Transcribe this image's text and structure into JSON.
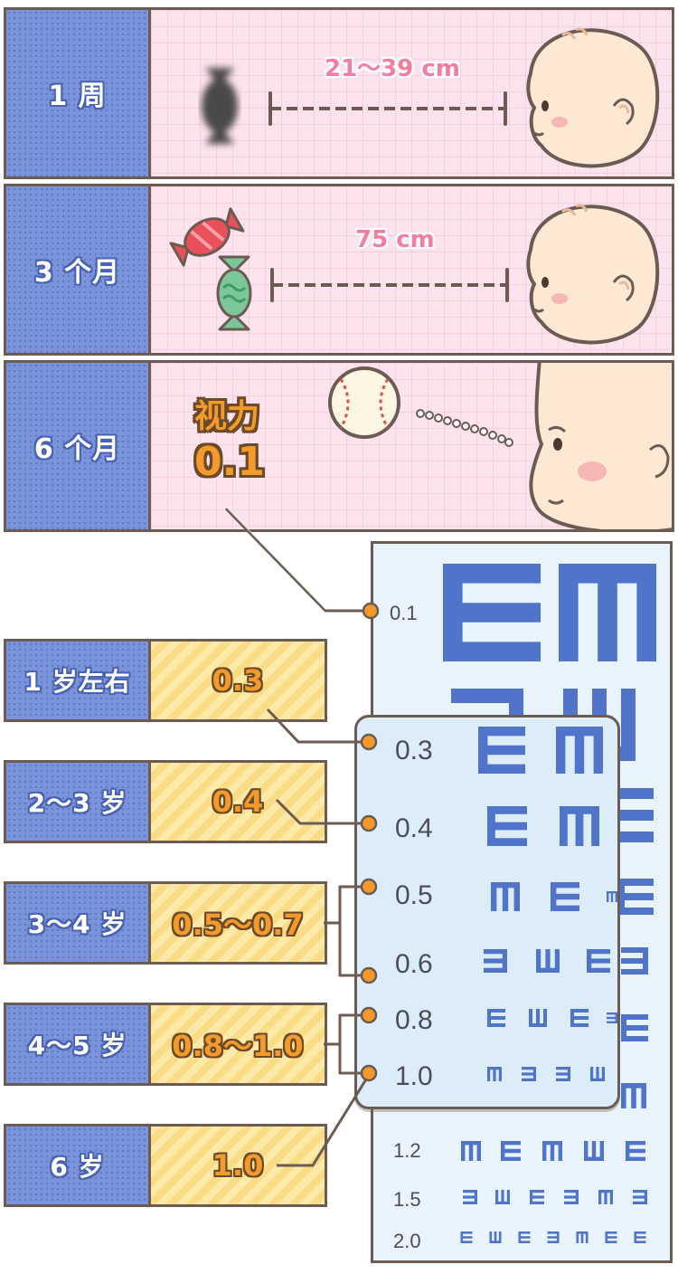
{
  "top_rows": [
    {
      "age": "1 周",
      "distance": "21～39 cm"
    },
    {
      "age": "3 个月",
      "distance": "75 cm"
    },
    {
      "age": "6 个月",
      "vision_title": "视力",
      "vision_value": "0.1"
    }
  ],
  "age_rows": [
    {
      "age": "1 岁左右",
      "value": "0.3"
    },
    {
      "age": "2～3 岁",
      "value": "0.4"
    },
    {
      "age": "3～4 岁",
      "value": "0.5～0.7"
    },
    {
      "age": "4～5 岁",
      "value": "0.8～1.0"
    },
    {
      "age": "6 岁",
      "value": "1.0"
    }
  ],
  "chart": {
    "top_label": "0.1",
    "zoom_labels": [
      "0.3",
      "0.4",
      "0.5",
      "0.6",
      "0.8",
      "1.0"
    ],
    "bottom_labels": [
      "1.2",
      "1.5",
      "2.0"
    ]
  },
  "colors": {
    "border": "#6b5b52",
    "age_blue": "#7b94d9",
    "scene_pink": "#fde3ee",
    "value_yellow": "#fdeaa8",
    "value_orange": "#f39a2a",
    "distance_pink": "#f27ea0",
    "optotype_blue": "#4f74c9",
    "connector_dot": "#f39a2a"
  },
  "icons": [
    "blurred-candy-icon",
    "red-candy-icon",
    "green-candy-icon",
    "baby-face-icon",
    "baseball-icon",
    "tumbling-e-optotype-icon"
  ]
}
